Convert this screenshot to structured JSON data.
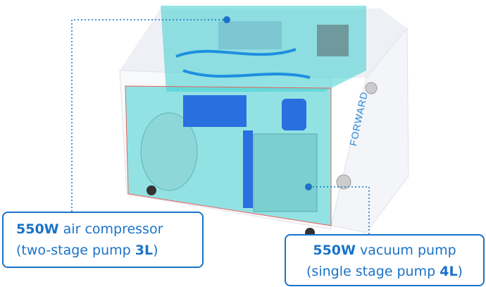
{
  "labels": {
    "compressor": {
      "power": "550W",
      "name": " air compressor",
      "line2_prefix": "(two-stage pump ",
      "capacity": "3L",
      "line2_suffix": ")"
    },
    "vacuum": {
      "power": "550W",
      "name": " vacuum pump",
      "line2_prefix": "(single stage pump ",
      "capacity": "4L",
      "line2_suffix": ")"
    }
  },
  "product": {
    "logo_text": "FORWARD"
  },
  "colors": {
    "accent": "#1a73c8",
    "overlay": "#3fd0d0",
    "highlight_edge": "#e8605a"
  }
}
